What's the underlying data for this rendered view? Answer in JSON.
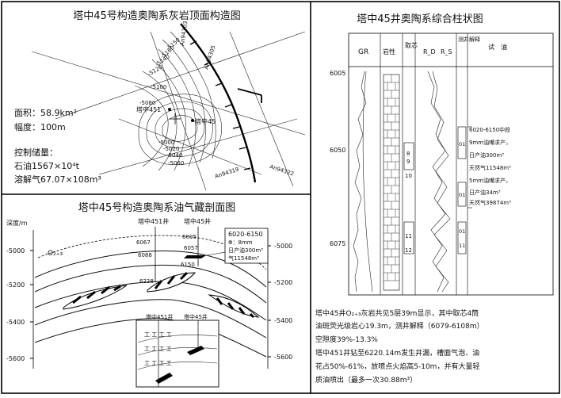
{
  "panel_a": {
    "title": "塔中45号构造奥陶系灰岩顶面构造图",
    "area_label": "面积：58.9km²",
    "relief_label": "幅度：100m",
    "reserves_title": "控制储量：",
    "oil_reserve": "石油1567×10⁴t",
    "gas_reserve": "溶解气67.07×108m³",
    "contours": [
      "-5150",
      "-5160",
      "-5140",
      "-5120",
      "-5100",
      "-5080",
      "-5000",
      "-5020",
      "-5040",
      "-5060"
    ],
    "lines": [
      "An94303",
      "An94305",
      "An94322",
      "An94319"
    ],
    "wells": [
      "塔中451",
      "塔中45"
    ]
  },
  "panel_b": {
    "title": "塔中45号构造奥陶系油气藏剖面图",
    "depth_label": "深度/m",
    "formation": "O₂₊₃",
    "depths_left": [
      "-5000",
      "-5200",
      "-5400",
      "-5600"
    ],
    "depths_right": [
      "-5000",
      "-5200",
      "-5400",
      "-5600"
    ],
    "well_labels": [
      "塔中451井",
      "塔中45井"
    ],
    "marks": [
      "6067",
      "6088",
      "6228",
      "6005",
      "6057",
      "6150"
    ],
    "test_box": [
      "6020-6150",
      "Φ：8mm",
      "日产油300m³",
      "气11548m³"
    ],
    "inset_wells": [
      "塔中451井",
      "塔中45井"
    ]
  },
  "panel_c": {
    "title": "塔中45井奥陶系综合柱状图",
    "headers": [
      "GR",
      "岩性",
      "取芯",
      "R_D",
      "R_S",
      "测井解释",
      "试　油"
    ],
    "depths": [
      "6005",
      "6050",
      "6075"
    ],
    "core_numbers": [
      "8",
      "9",
      "10",
      "11",
      "12"
    ],
    "interp_numbers": [
      "01",
      "01",
      "01",
      "11"
    ],
    "test_lines": [
      "6020-6150中段",
      "9mm油嘴求产，",
      "日产油300m³",
      "天然气11548m³",
      "5mm油嘴求产，",
      "日产油34m³",
      "天然气39874m³"
    ],
    "notes": [
      "塔中45井O₂₊₃灰岩共见5层39m显示，其中取芯4筒",
      "油斑荧光级岩心19.3m，测井解释（6079-6108m）",
      "空隙度39%-13.3%",
      "塔中451井钻至6220.14m发生井漏，槽面气泡、油",
      "花占50%-61%，放喷点火焰高5-10m，并有大量轻",
      "质油喷出（最多一次30.88m³）"
    ]
  }
}
